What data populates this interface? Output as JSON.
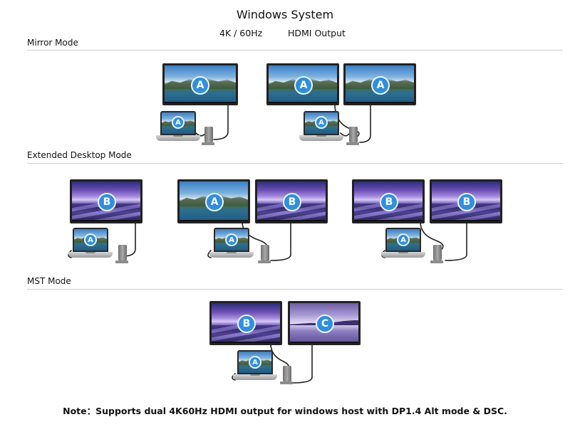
{
  "header": {
    "title": "Windows System",
    "resolution": "4K / 60Hz",
    "output": "HDMI Output"
  },
  "sections": {
    "mirror": "Mirror Mode",
    "extended": "Extended Desktop Mode",
    "mst": "MST Mode"
  },
  "labels": {
    "a": "A",
    "b": "B",
    "c": "C"
  },
  "icons": [
    "monitor-icon",
    "laptop-icon",
    "dock-icon",
    "hdmi-cable-icon"
  ],
  "colors": {
    "badge": "#2f8fdf",
    "rule": "#cfcfcf"
  },
  "note": "Note：Supports dual 4K60Hz HDMI output for windows host with DP1.4 Alt mode & DSC."
}
